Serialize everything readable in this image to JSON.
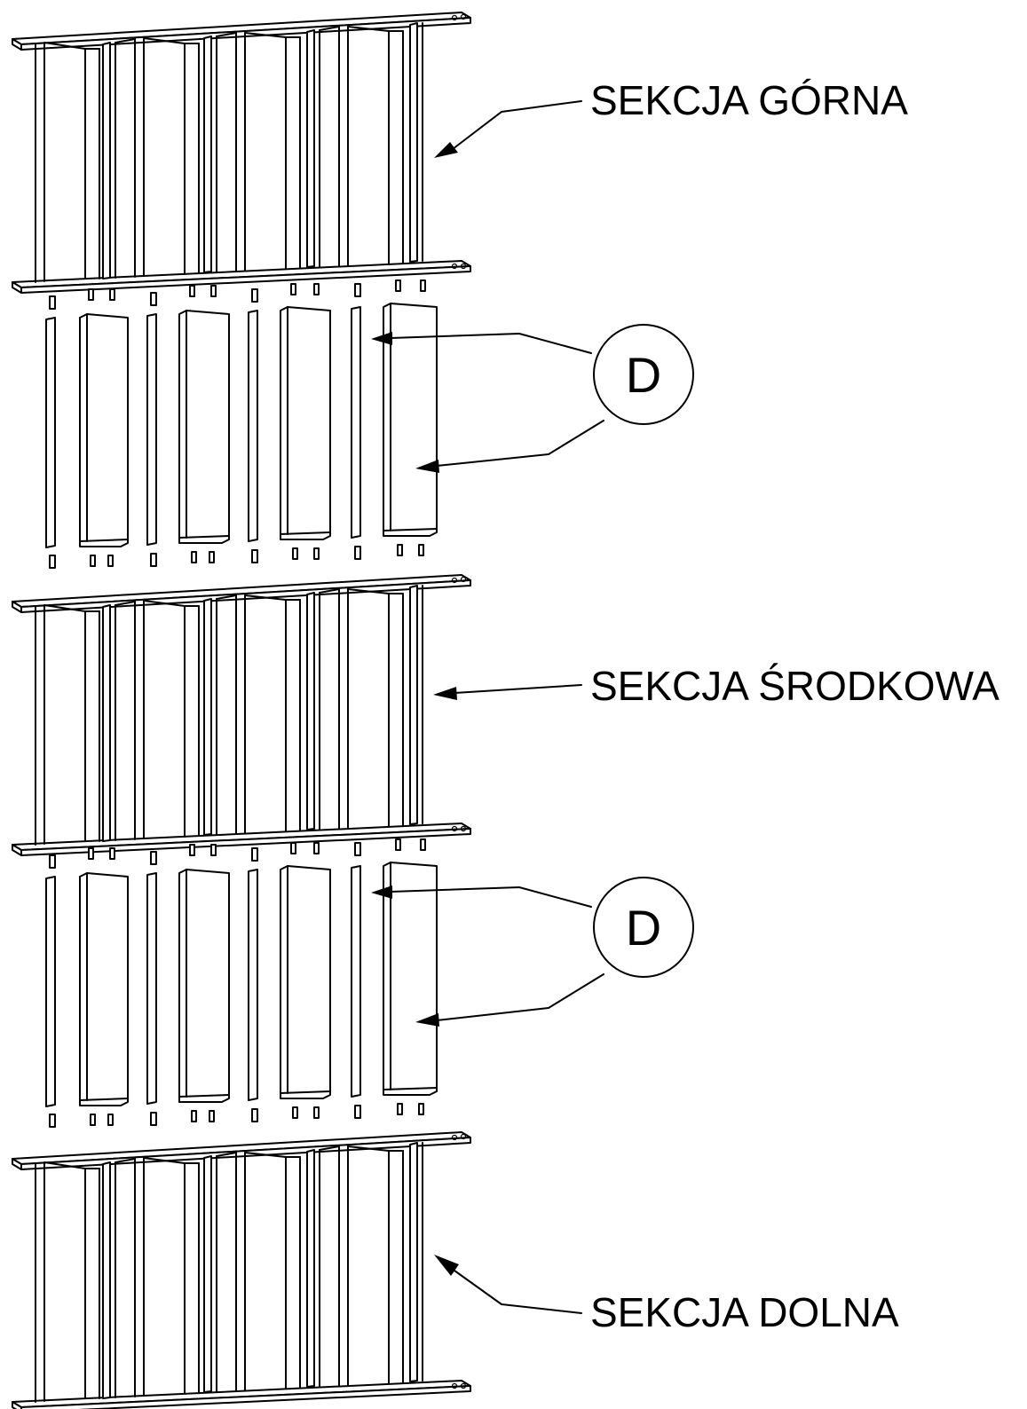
{
  "labels": {
    "upper_section": "SEKCJA GÓRNA",
    "middle_section": "SEKCJA ŚRODKOWA",
    "lower_section": "SEKCJA DOLNA",
    "detail_marker_1": "D",
    "detail_marker_2": "D"
  },
  "colors": {
    "line": "#000000",
    "background": "#ffffff"
  }
}
